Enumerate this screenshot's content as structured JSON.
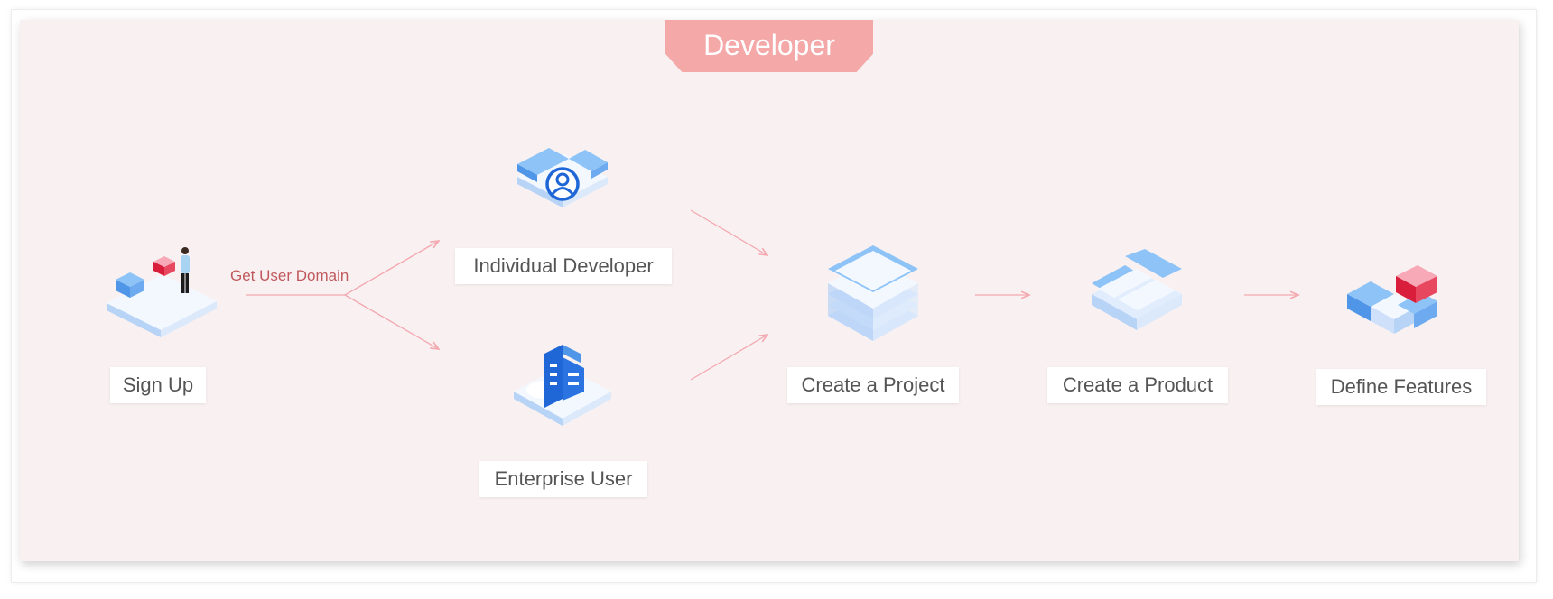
{
  "header": {
    "title": "Developer"
  },
  "edge_labels": {
    "get_user_domain": "Get User Domain"
  },
  "nodes": {
    "sign_up": "Sign Up",
    "individual_developer": "Individual Developer",
    "enterprise_user": "Enterprise User",
    "create_project": "Create a Project",
    "create_product": "Create a Product",
    "define_features": "Define Features"
  },
  "colors": {
    "panel_bg": "#f9f1f1",
    "header_bg": "#f4a8a8",
    "connector": "#f4a8b0",
    "edge_label_text": "#c0595d",
    "iso_light": "#f3f8ff",
    "iso_mid": "#cfe1fa",
    "iso_blue": "#8ec3f7",
    "iso_deep": "#1f66d6",
    "accent_red": "#d81e3a"
  },
  "icons": {
    "sign_up": "person-at-platform-icon",
    "individual_developer": "user-profile-platform-icon",
    "enterprise_user": "building-platform-icon",
    "create_project": "stacked-layers-icon",
    "create_product": "product-tiles-icon",
    "define_features": "feature-blocks-icon"
  }
}
